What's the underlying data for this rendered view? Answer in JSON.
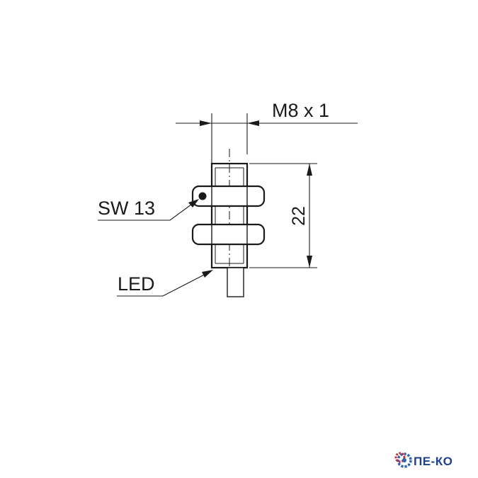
{
  "labels": {
    "thread": "M8 x 1",
    "wrench_size": "SW 13",
    "length": "22",
    "led": "LED"
  },
  "logo": {
    "text": "ПЕ-КО",
    "icon": "gear-icon",
    "colors": {
      "gear_red": "#d9232d",
      "gear_blue": "#2a63b8",
      "text": "#1d3f8f"
    }
  },
  "colors": {
    "line": "#1a1a1a",
    "background": "#ffffff"
  }
}
